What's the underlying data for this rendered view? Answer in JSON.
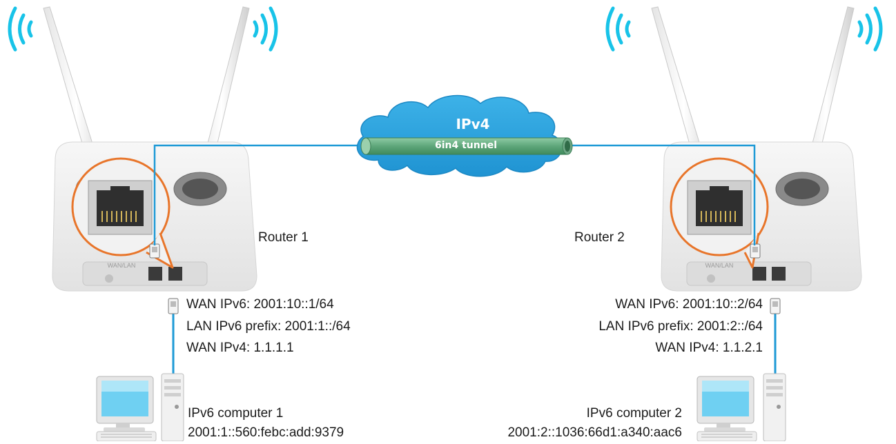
{
  "network": {
    "title": "IPv4",
    "tunnel_label": "6in4 tunnel"
  },
  "router1": {
    "name": "Router 1",
    "port_label": "WAN/LAN",
    "wan_ipv6": "WAN IPv6: 2001:10::1/64",
    "lan_prefix": "LAN IPv6 prefix: 2001:1::/64",
    "wan_ipv4": "WAN IPv4: 1.1.1.1"
  },
  "router2": {
    "name": "Router 2",
    "port_label": "WAN/LAN",
    "wan_ipv6": "WAN IPv6: 2001:10::2/64",
    "lan_prefix": "LAN IPv6 prefix: 2001:2::/64",
    "wan_ipv4": "WAN IPv4: 1.1.2.1"
  },
  "computer1": {
    "name": "IPv6 computer 1",
    "address": "2001:1::560:febc:add:9379"
  },
  "computer2": {
    "name": "IPv6 computer 2",
    "address": "2001:2::1036:66d1:a340:aac6"
  },
  "colors": {
    "cable": "#1e9ad6",
    "cloud": "#2aa3dd",
    "tunnel": "#6fb28a",
    "wifi": "#18c3e8",
    "callout": "#e8752a"
  }
}
